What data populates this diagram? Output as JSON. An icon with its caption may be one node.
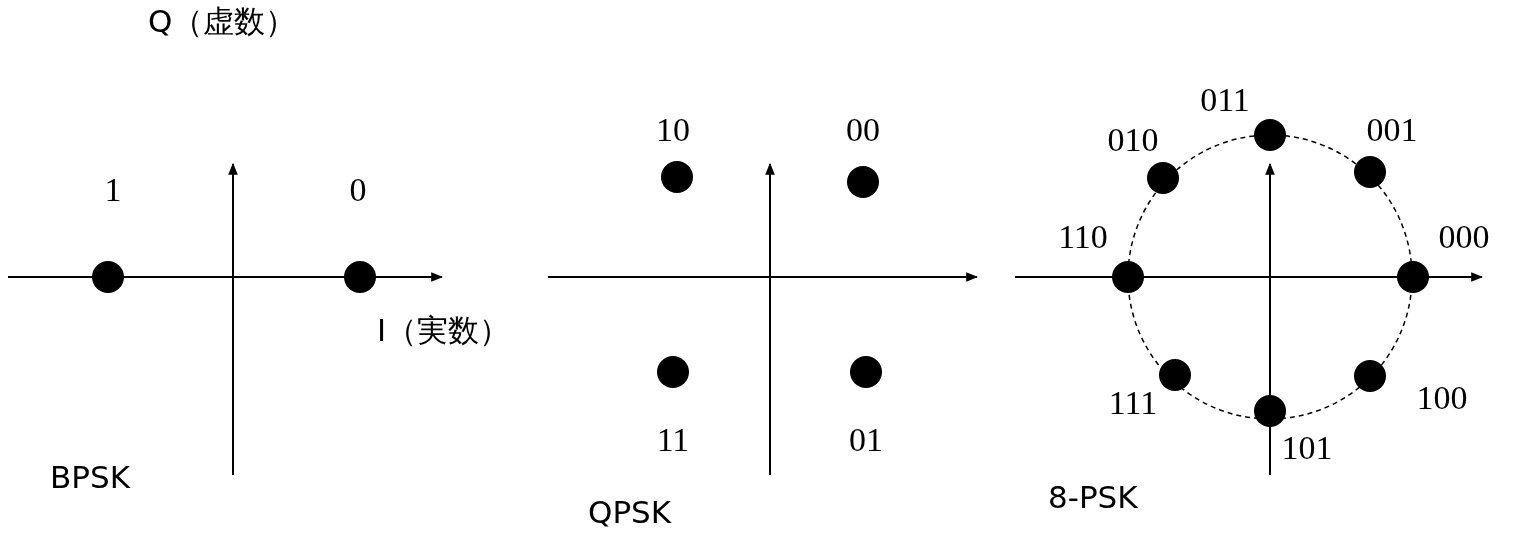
{
  "diagram": {
    "nodes": [
      {
        "text": [],
        "shape": "circle",
        "beside": [
          "1"
        ]
      },
      {
        "text": [],
        "shape": "circle",
        "beside": [
          "0"
        ]
      },
      {
        "text": [],
        "shape": "circle",
        "beside": [
          "10"
        ]
      },
      {
        "text": [],
        "shape": "circle",
        "beside": [
          "00"
        ]
      },
      {
        "text": [],
        "shape": "circle",
        "beside": [
          "11"
        ]
      },
      {
        "text": [],
        "shape": "circle",
        "beside": [
          "01"
        ]
      },
      {
        "text": [],
        "shape": "circle",
        "beside": [
          "011"
        ]
      },
      {
        "text": [],
        "shape": "circle",
        "beside": [
          "010"
        ]
      },
      {
        "text": [],
        "shape": "circle",
        "beside": [
          "001"
        ]
      },
      {
        "text": [],
        "shape": "circle",
        "beside": [
          "110"
        ]
      },
      {
        "text": [],
        "shape": "circle",
        "beside": [
          "000"
        ]
      },
      {
        "text": [],
        "shape": "circle",
        "beside": [
          "111"
        ]
      },
      {
        "text": [],
        "shape": "circle",
        "beside": [
          "100"
        ]
      },
      {
        "text": [],
        "shape": "circle",
        "beside": [
          "101"
        ]
      }
    ],
    "labels": [
      "Q（虚数）",
      "I（実数）",
      "BPSK",
      "QPSK",
      "8-PSK"
    ]
  }
}
